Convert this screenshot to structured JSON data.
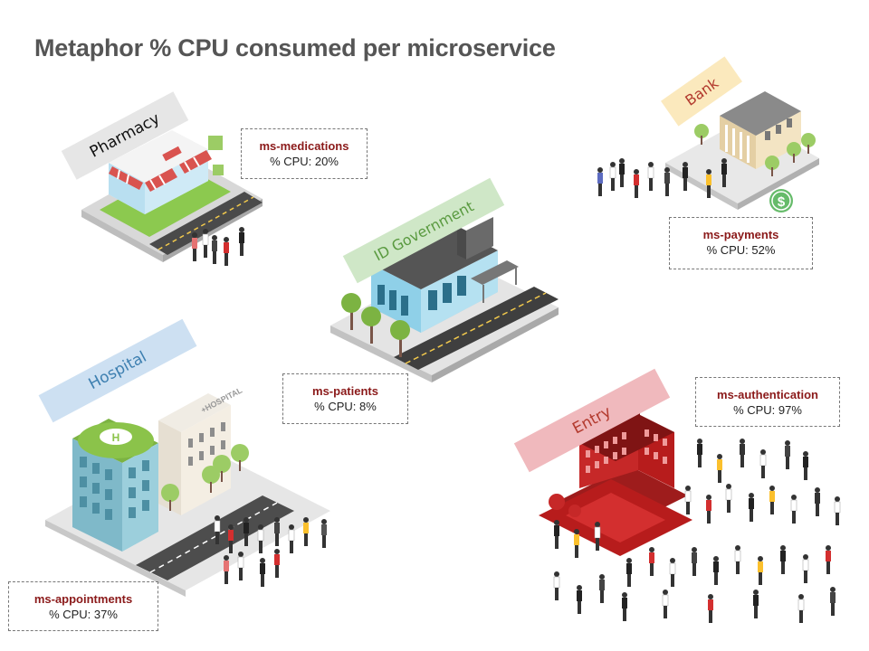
{
  "title": "Metaphor % CPU consumed per microservice",
  "places": {
    "pharmacy": {
      "label": "Pharmacy",
      "service": "ms-medications",
      "cpu": "% CPU: 20%"
    },
    "bank": {
      "label": "Bank",
      "service": "ms-payments",
      "cpu": "% CPU: 52%",
      "sign": "$"
    },
    "government": {
      "label": "ID Government",
      "service": "ms-patients",
      "cpu": "% CPU: 8%"
    },
    "hospital": {
      "label": "Hospital",
      "service": "ms-appointments",
      "cpu": "% CPU: 37%",
      "sign": "+HOSPITAL"
    },
    "entry": {
      "label": "Entry",
      "service": "ms-authentication",
      "cpu": "% CPU: 97%"
    }
  },
  "colors": {
    "pharmacy_band": "#e6e6e6",
    "bank_band": "#fbe9bd",
    "government_band": "#cfe7c7",
    "hospital_band": "#cde0f2",
    "entry_band": "#f0b9bd",
    "service_text": "#8b1a1a"
  }
}
